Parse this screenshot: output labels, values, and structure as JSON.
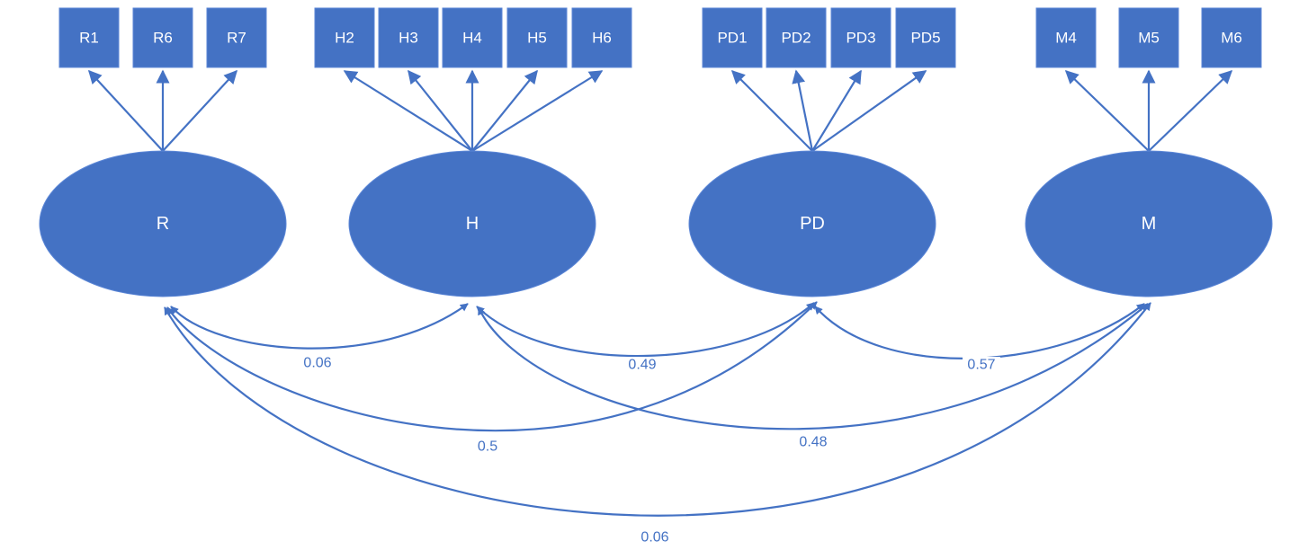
{
  "colors": {
    "node_fill": "#4472c4",
    "edge": "#4472c4",
    "text_on_node": "#ffffff",
    "background": "#ffffff"
  },
  "factors": [
    {
      "id": "R",
      "label": "R",
      "indicators": [
        "R1",
        "R6",
        "R7"
      ]
    },
    {
      "id": "H",
      "label": "H",
      "indicators": [
        "H2",
        "H3",
        "H4",
        "H5",
        "H6"
      ]
    },
    {
      "id": "PD",
      "label": "PD",
      "indicators": [
        "PD1",
        "PD2",
        "PD3",
        "PD5"
      ]
    },
    {
      "id": "M",
      "label": "M",
      "indicators": [
        "M4",
        "M5",
        "M6"
      ]
    }
  ],
  "covariances": [
    {
      "from": "R",
      "to": "H",
      "value": "0.06"
    },
    {
      "from": "H",
      "to": "PD",
      "value": "0.49"
    },
    {
      "from": "PD",
      "to": "M",
      "value": "0.57"
    },
    {
      "from": "R",
      "to": "PD",
      "value": "0.5"
    },
    {
      "from": "H",
      "to": "M",
      "value": "0.48"
    },
    {
      "from": "R",
      "to": "M",
      "value": "0.06"
    }
  ]
}
